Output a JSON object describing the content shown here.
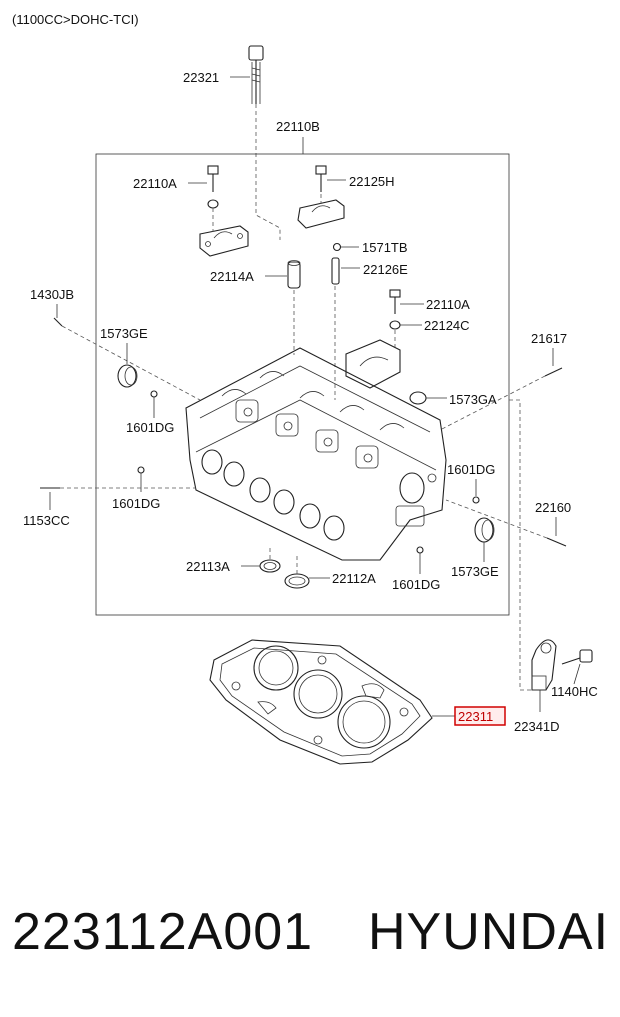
{
  "header": {
    "engine_note": "(1100CC>DOHC-TCI)"
  },
  "labels": {
    "l22321": "22321",
    "l22110B": "22110B",
    "l22110A_1": "22110A",
    "l22125H": "22125H",
    "l1571TB": "1571TB",
    "l22114A": "22114A",
    "l22126E": "22126E",
    "l1430JB": "1430JB",
    "l22110A_2": "22110A",
    "l1573GE_1": "1573GE",
    "l22124C": "22124C",
    "l21617": "21617",
    "l1573GA": "1573GA",
    "l1601DG_1": "1601DG",
    "l1601DG_2": "1601DG",
    "l1601DG_3": "1601DG",
    "l1153CC": "1153CC",
    "l22160": "22160",
    "l22113A": "22113A",
    "l22112A": "22112A",
    "l1601DG_4": "1601DG",
    "l1573GE_2": "1573GE",
    "l1140HC": "1140HC",
    "l22311": "22311",
    "l22341D": "22341D"
  },
  "highlight": {
    "label": "22311",
    "color": "#d00000"
  },
  "footer": {
    "part_number": "223112A001",
    "brand": "HYUNDAI"
  }
}
